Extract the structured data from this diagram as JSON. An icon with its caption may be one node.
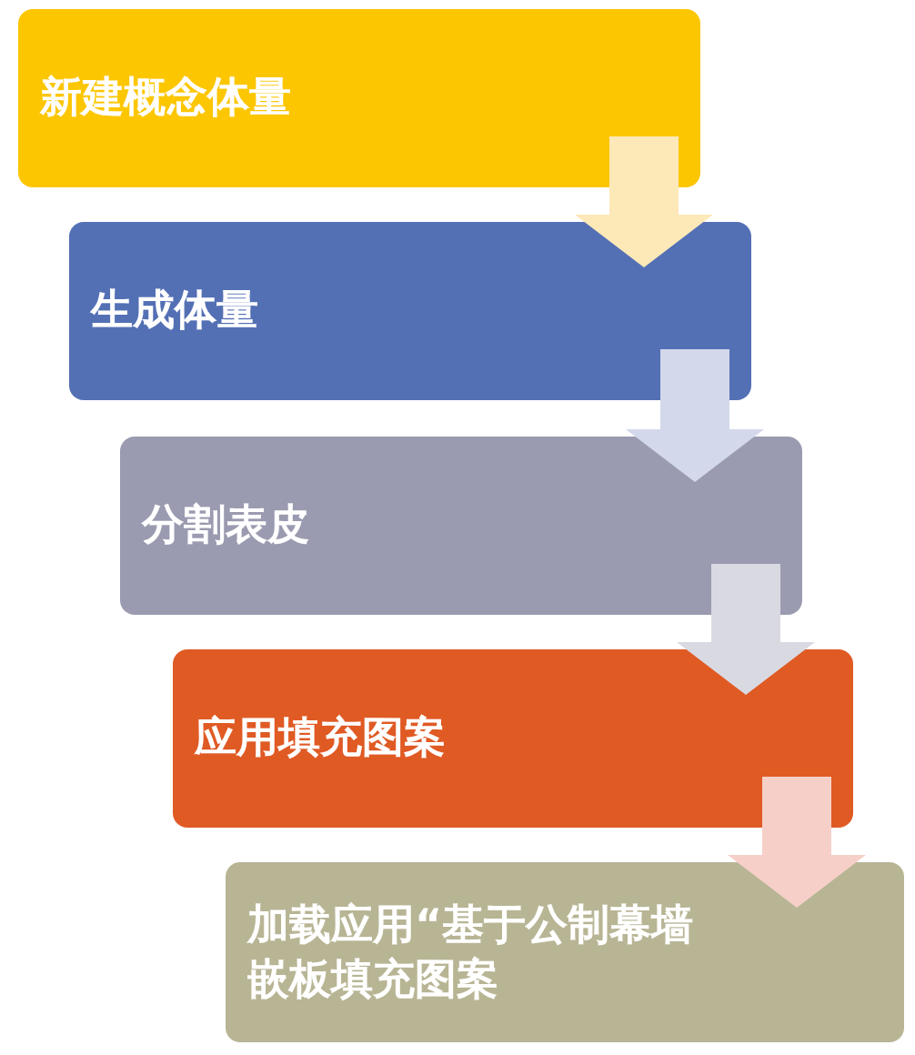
{
  "diagram": {
    "nodes": [
      {
        "text": [
          "新建概念体量"
        ]
      },
      {
        "text": [
          "生成体量"
        ]
      },
      {
        "text": [
          "分割表皮"
        ]
      },
      {
        "text": [
          "应用填充图案"
        ]
      },
      {
        "text": [
          "加载应用“基于公制幕墙嵌板填充图案"
        ]
      }
    ],
    "edges": [
      {
        "from": 0,
        "to": 1,
        "arrow": "to",
        "color": "#fde9b8"
      },
      {
        "from": 1,
        "to": 2,
        "arrow": "to",
        "color": "#d3d8ea"
      },
      {
        "from": 2,
        "to": 3,
        "arrow": "to",
        "color": "#d9d9e2"
      },
      {
        "from": 3,
        "to": 4,
        "arrow": "to",
        "color": "#f6d0c8"
      }
    ]
  }
}
